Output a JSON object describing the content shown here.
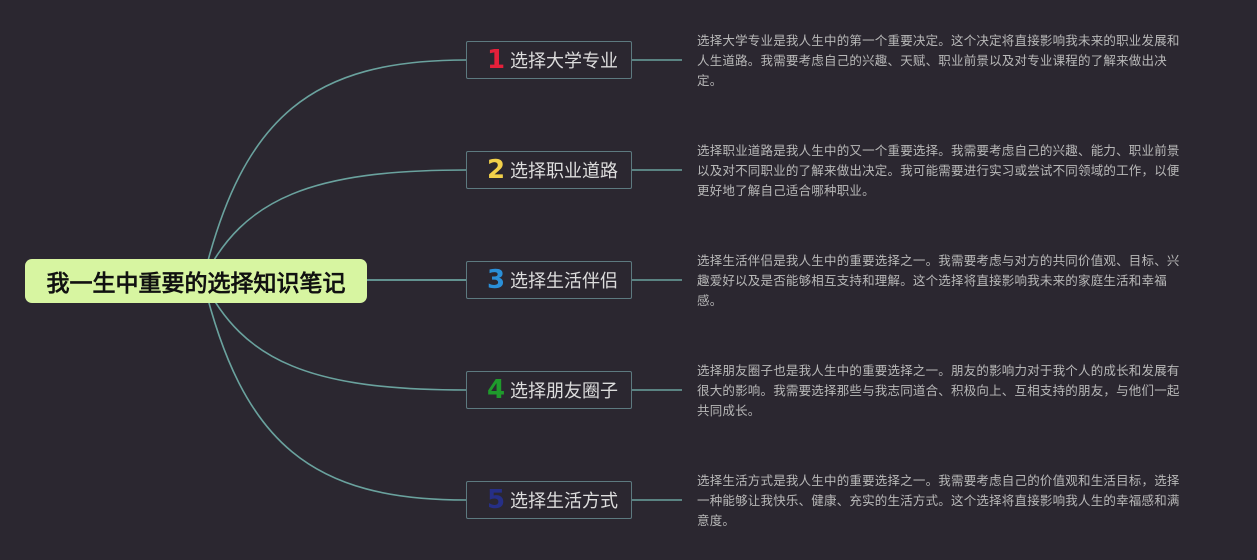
{
  "root": {
    "title": "我一生中重要的选择知识笔记",
    "color": "#d7f5a1"
  },
  "colors": {
    "background": "#2b2730",
    "connector": "#6aa29e",
    "node_border": "#5d7a80"
  },
  "branches": [
    {
      "number": "1",
      "number_color": "#e5203a",
      "label": "选择大学专业",
      "note": "选择大学专业是我人生中的第一个重要决定。这个决定将直接影响我未来的职业发展和人生道路。我需要考虑自己的兴趣、天赋、职业前景以及对专业课程的了解来做出决定。"
    },
    {
      "number": "2",
      "number_color": "#f2d04a",
      "label": "选择职业道路",
      "note": "选择职业道路是我人生中的又一个重要选择。我需要考虑自己的兴趣、能力、职业前景以及对不同职业的了解来做出决定。我可能需要进行实习或尝试不同领域的工作，以便更好地了解自己适合哪种职业。"
    },
    {
      "number": "3",
      "number_color": "#2a8fd8",
      "label": "选择生活伴侣",
      "note": "选择生活伴侣是我人生中的重要选择之一。我需要考虑与对方的共同价值观、目标、兴趣爱好以及是否能够相互支持和理解。这个选择将直接影响我未来的家庭生活和幸福感。"
    },
    {
      "number": "4",
      "number_color": "#1f9a2c",
      "label": "选择朋友圈子",
      "note": "选择朋友圈子也是我人生中的重要选择之一。朋友的影响力对于我个人的成长和发展有很大的影响。我需要选择那些与我志同道合、积极向上、互相支持的朋友，与他们一起共同成长。"
    },
    {
      "number": "5",
      "number_color": "#262f86",
      "label": "选择生活方式",
      "note": "选择生活方式是我人生中的重要选择之一。我需要考虑自己的价值观和生活目标，选择一种能够让我快乐、健康、充实的生活方式。这个选择将直接影响我人生的幸福感和满意度。"
    }
  ]
}
